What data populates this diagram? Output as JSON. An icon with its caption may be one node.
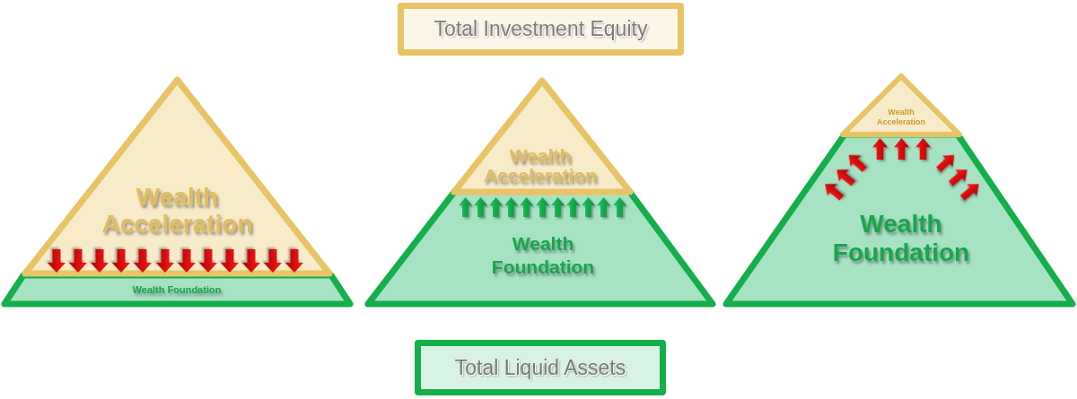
{
  "diagram": {
    "nodes": [
      {
        "text": [
          "Total Investment Equity"
        ]
      },
      {
        "text": [
          "Wealth Acceleration"
        ]
      },
      {
        "text": [
          "Wealth Foundation"
        ]
      },
      {
        "text": [
          "Wealth Acceleration"
        ]
      },
      {
        "text": [
          "Wealth Foundation"
        ]
      },
      {
        "text": [
          "Wealth Acceleration"
        ]
      },
      {
        "text": [
          "Wealth Foundation"
        ]
      },
      {
        "text": [
          "Total Liquid Assets"
        ]
      }
    ]
  }
}
